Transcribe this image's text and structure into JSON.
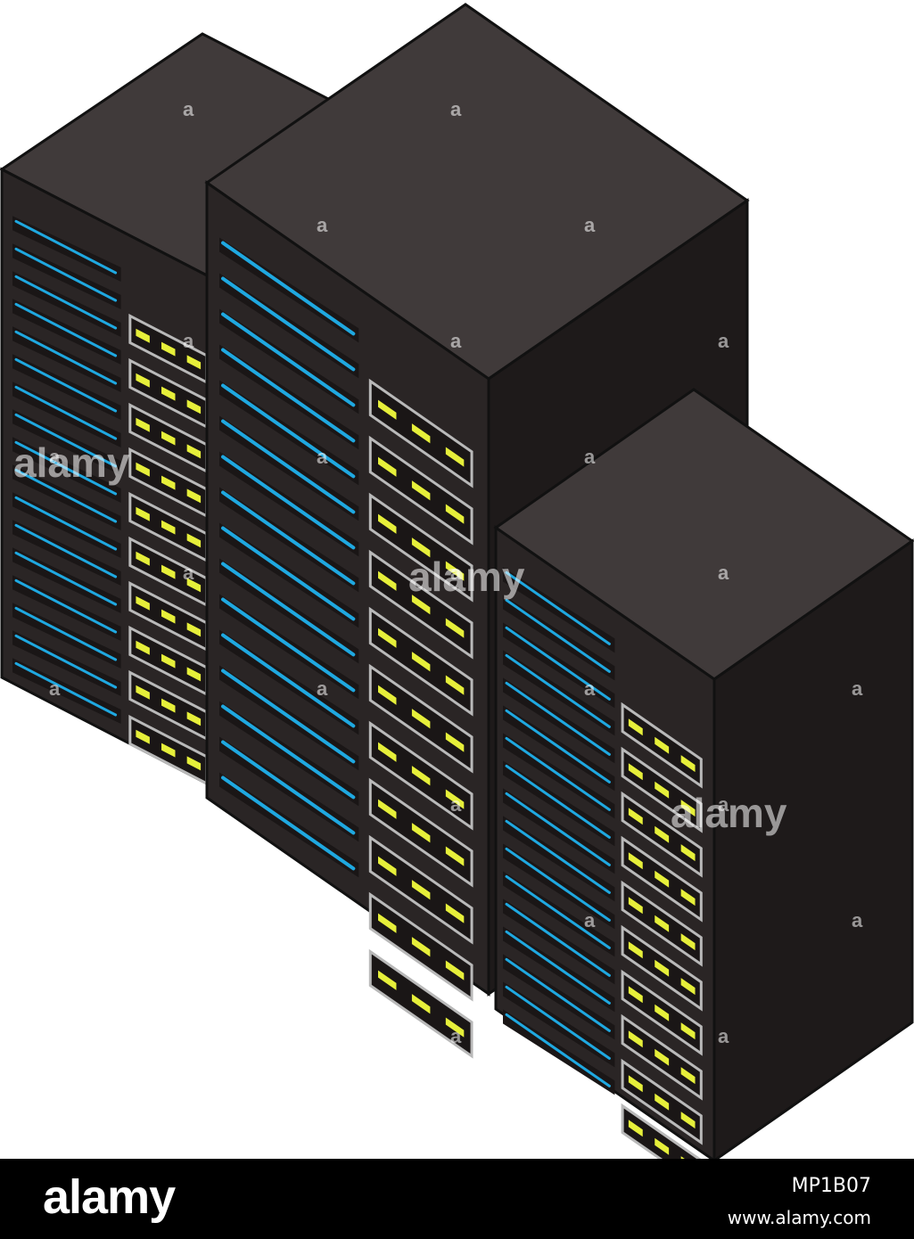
{
  "colors": {
    "case_top": "#403a3a",
    "case_front": "#2a2525",
    "case_side": "#1e1a1a",
    "outline": "#111111",
    "vent_line": "#1fa8e0",
    "led": "#e6ef3a",
    "bay_frame": "#b9b9b9",
    "footer_bg": "#000000"
  },
  "illustration": {
    "subject": "three server racks",
    "icons": [
      "server-rack-icon",
      "server-rack-icon",
      "server-rack-icon"
    ]
  },
  "watermark": {
    "word": "alamy",
    "letter": "a"
  },
  "footer": {
    "brand": "alamy",
    "image_id": "MP1B07",
    "site": "www.alamy.com"
  }
}
